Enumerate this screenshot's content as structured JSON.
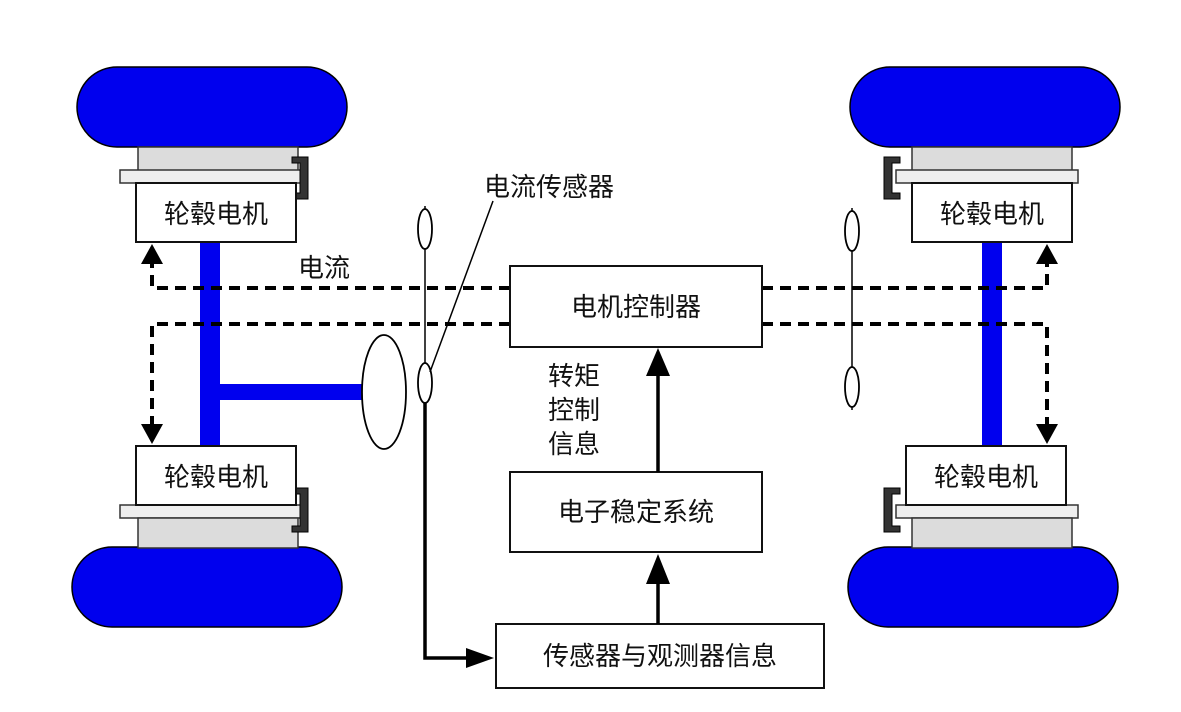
{
  "wheel_motor_label": "轮毂电机",
  "current_sensor_label": "电流传感器",
  "current_label": "电流",
  "motor_controller_label": "电机控制器",
  "torque_control_info_lines": [
    "转矩",
    "控制",
    "信息"
  ],
  "esc_label": "电子稳定系统",
  "sensor_observer_info_label": "传感器与观测器信息",
  "colors": {
    "wheel": "#0000ee",
    "axle": "#0000ee",
    "hub": "#dcdcdc",
    "line": "#000000"
  }
}
